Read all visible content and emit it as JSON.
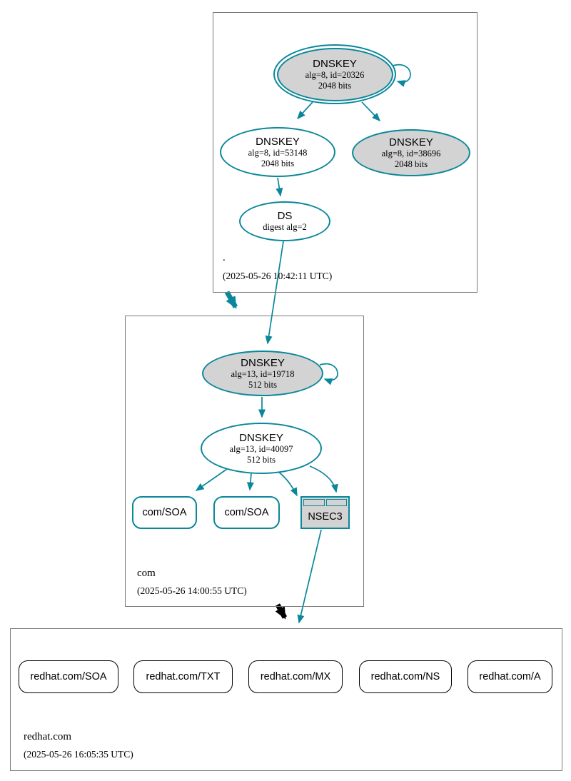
{
  "zones": {
    "root": {
      "label": ".",
      "timestamp": "(2025-05-26 10:42:11 UTC)"
    },
    "com": {
      "label": "com",
      "timestamp": "(2025-05-26 14:00:55 UTC)"
    },
    "redhat": {
      "label": "redhat.com",
      "timestamp": "(2025-05-26 16:05:35 UTC)"
    }
  },
  "nodes": {
    "root_ksk": {
      "title": "DNSKEY",
      "detail1": "alg=8, id=20326",
      "detail2": "2048 bits"
    },
    "root_zsk": {
      "title": "DNSKEY",
      "detail1": "alg=8, id=53148",
      "detail2": "2048 bits"
    },
    "root_key2": {
      "title": "DNSKEY",
      "detail1": "alg=8, id=38696",
      "detail2": "2048 bits"
    },
    "root_ds": {
      "title": "DS",
      "detail1": "digest alg=2"
    },
    "com_ksk": {
      "title": "DNSKEY",
      "detail1": "alg=13, id=19718",
      "detail2": "512 bits"
    },
    "com_zsk": {
      "title": "DNSKEY",
      "detail1": "alg=13, id=40097",
      "detail2": "512 bits"
    },
    "com_soa1": {
      "label": "com/SOA"
    },
    "com_soa2": {
      "label": "com/SOA"
    },
    "com_nsec3": {
      "label": "NSEC3"
    },
    "redhat_soa": {
      "label": "redhat.com/SOA"
    },
    "redhat_txt": {
      "label": "redhat.com/TXT"
    },
    "redhat_mx": {
      "label": "redhat.com/MX"
    },
    "redhat_ns": {
      "label": "redhat.com/NS"
    },
    "redhat_a": {
      "label": "redhat.com/A"
    }
  },
  "colors": {
    "secure_edge_teal": "#0a879a",
    "insecure_edge_black": "#000000",
    "ksk_fill_gray": "#d3d3d3",
    "node_fill_white": "#ffffff",
    "zone_box_border_gray": "#7a7a7a"
  }
}
